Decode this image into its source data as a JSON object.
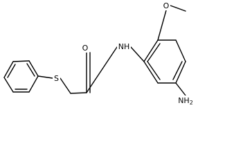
{
  "molecule": {
    "atoms": [
      {
        "id": "O1",
        "label": "O"
      },
      {
        "id": "O2",
        "label": "O"
      },
      {
        "id": "S1",
        "label": "S"
      },
      {
        "id": "N1",
        "label": "NH"
      },
      {
        "id": "N2",
        "label": "NH2"
      }
    ]
  },
  "colors": {
    "bond": "#000000",
    "label": "#000000",
    "background": "#ffffff"
  }
}
